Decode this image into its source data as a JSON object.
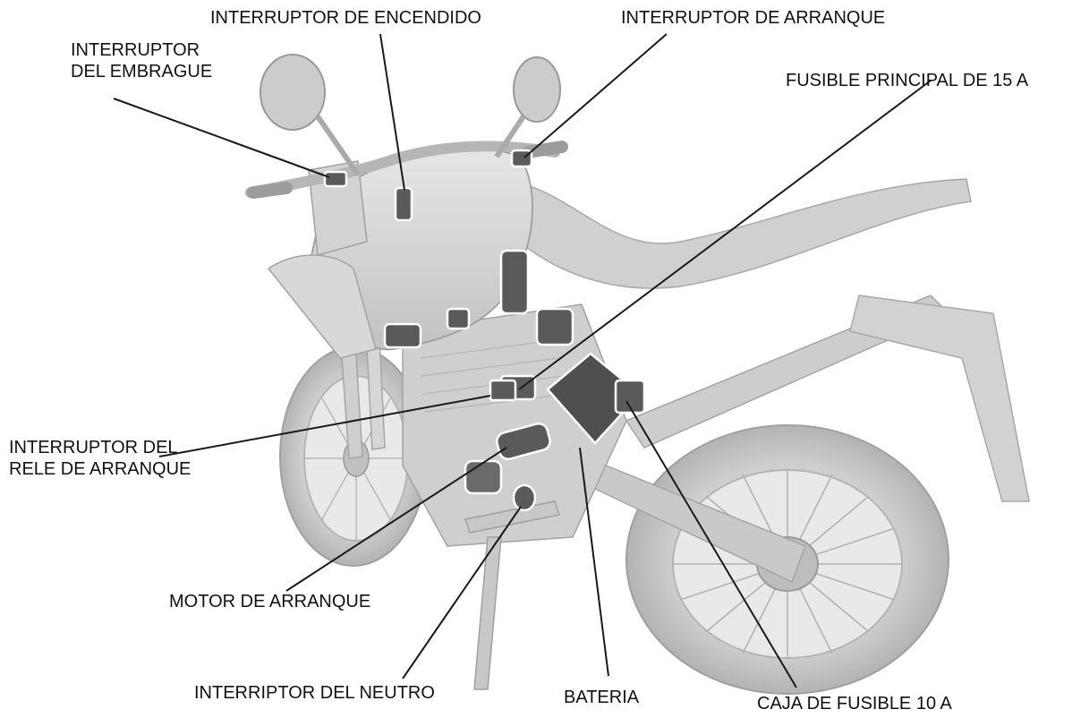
{
  "labels": {
    "clutch_switch": [
      "INTERRUPTOR",
      "DEL EMBRAGUE"
    ],
    "ignition_switch": "INTERRUPTOR DE ENCENDIDO",
    "starter_switch": "INTERRUPTOR DE ARRANQUE",
    "main_fuse": "FUSIBLE PRINCIPAL DE 15 A",
    "starter_relay": [
      "INTERRUPTOR DEL",
      "RELE DE ARRANQUE"
    ],
    "starter_motor": "MOTOR DE ARRANQUE",
    "neutral_switch": "INTERRIPTOR DEL NEUTRO",
    "battery": "BATERIA",
    "fuse_box": "CAJA DE FUSIBLE 10 A"
  },
  "colors": {
    "line": "#1a1a1a",
    "body_light": "#dcdcdc",
    "body_mid": "#c4c4c4",
    "body_dark": "#a8a8a8",
    "component": "#5a5a5a",
    "outline": "#ffffff"
  }
}
